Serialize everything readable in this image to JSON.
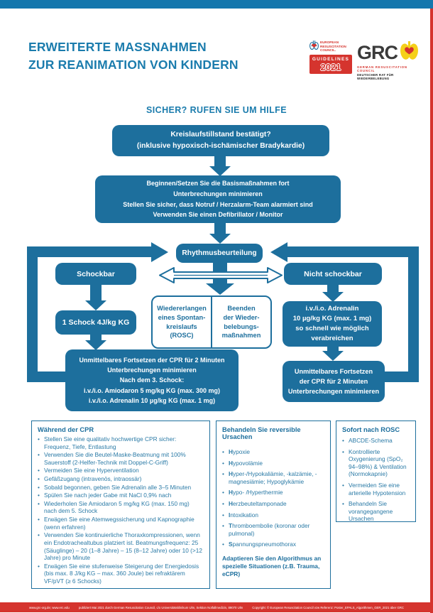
{
  "colors": {
    "teal": "#1d6f9d",
    "teal_light": "#1b7cad",
    "red": "#d5342e",
    "yellow": "#f5d019"
  },
  "header": {
    "title_line1": "ERWEITERTE MASSNAHMEN",
    "title_line2": "ZUR REANIMATION VON KINDERN",
    "erc_logo": {
      "org": "EUROPEAN\nRESUSCITATION\nCOUNCIL.",
      "guidelines_label": "GUIDELINES",
      "year": "2021"
    },
    "grc_logo": {
      "acronym": "GRC",
      "org": "GERMAN  RESUSCITATION  COUNCIL",
      "org_de": "DEUTSCHER RAT FÜR WIEDERBELEBUNG"
    }
  },
  "banner": "SICHER? RUFEN SIE UM HILFE",
  "flowchart": {
    "confirm": "Kreislaufstillstand bestätigt?\n(inklusive hypoxisch-ischämischer Bradykardie)",
    "basics": "Beginnen/Setzen Sie die Basismaßnahmen fort\nUnterbrechungen minimieren\nStellen Sie sicher, dass Notruf / Herzalarm-Team alarmiert sind\nVerwenden Sie einen Defibrillator / Monitor",
    "rhythm": "Rhythmusbeurteilung",
    "shockable": "Schockbar",
    "non_shockable": "Nicht schockbar",
    "shock": "1 Schock 4J/kg KG",
    "rosc": "Wiedererlangen\neines Spontan-\nkreislaufs\n(ROSC)",
    "terminate": "Beenden\nder Wieder-\nbelebungs-\nmaßnahmen",
    "adrenaline": "i.v./i.o. Adrenalin\n10 µg/kg KG (max. 1 mg)\nso schnell wie möglich\nverabreichen",
    "cpr_shockable": "Unmittelbares Fortsetzen der CPR für 2 Minuten\nUnterbrechungen minimieren\nNach dem 3. Schock:\ni.v./i.o. Amiodaron 5 mg/kg KG (max. 300 mg)\ni.v./i.o. Adrenalin 10 µg/kg KG (max. 1 mg)",
    "cpr_non_shockable": "Unmittelbares Fortsetzen\nder CPR für 2 Minuten\nUnterbrechungen minimieren"
  },
  "panels": {
    "during_cpr": {
      "title": "Während der CPR",
      "items": [
        "Stellen Sie eine qualitativ hochwertige CPR sicher: Frequenz, Tiefe, Entlastung",
        "Verwenden Sie die Beutel-Maske-Beatmung mit 100% Sauerstoff (2-Helfer-Technik mit Doppel-C-Griff)",
        "Vermeiden Sie eine Hyperventilation",
        "Gefäßzugang (intravenös, intraossär)",
        "Sobald begonnen, geben Sie Adrenalin alle 3–5 Minuten",
        "Spülen Sie nach jeder Gabe mit NaCl 0,9% nach",
        "Wiederholen Sie Amiodaron 5 mg/kg KG (max. 150 mg) nach dem 5. Schock",
        "Erwägen Sie eine Atemwegssicherung und Kapnographie (wenn erfahren)",
        "Verwenden Sie kontinuierliche Thoraxkompressionen, wenn ein Endotrachealtubus platziert ist. Beatmungsfrequenz: 25 (Säuglinge) – 20 (1–8 Jahre) – 15 (8–12 Jahre) oder 10 (>12 Jahre) pro Minute",
        "Erwägen Sie eine stufenweise Steigerung der Energiedosis (bis max. 8 J/kg KG – max. 360 Joule) bei refraktärem VF/pVT (≥ 6 Schocks)"
      ]
    },
    "reversible_causes": {
      "title": "Behandeln Sie reversible Ursachen",
      "items_h": [
        "Hypoxie",
        "Hypovolämie",
        "Hyper-/Hypokaliämie, -kalzämie, -magnesiämie; Hypoglykämie",
        "Hypo- /Hyperthermie"
      ],
      "items_hits": [
        "Herzbeuteltamponade",
        "Intoxikation",
        "Thromboembolie (koronar oder pulmonal)",
        "Spannungspneumothorax"
      ],
      "note": "Adaptieren Sie den Algorithmus an spezielle Situationen (z.B. Trauma, eCPR)"
    },
    "post_rosc": {
      "title": "Sofort nach ROSC",
      "items": [
        "ABCDE-Schema",
        "Kontrollierte Oxygenierung (SpO₂ 94–98%) & Ventilation (Normokapnie)",
        "Vermeiden Sie eine arterielle Hypotension",
        "Behandeln Sie vorangegangene Ursachen"
      ]
    }
  },
  "footer": {
    "links": "www.grc-org.de; www.erc.edu",
    "publisher": "publiziert Mai 2021 durch German Resuscitation Council, c/o Universitätsklinikum Ulm, Sektion Notfallmedizin, 89070 Ulm",
    "copyright": "Copyright: © European Resuscitation Council vzw  Referenz: Poster_EPALS_Algorithmen_GER_2021 über GRC"
  }
}
